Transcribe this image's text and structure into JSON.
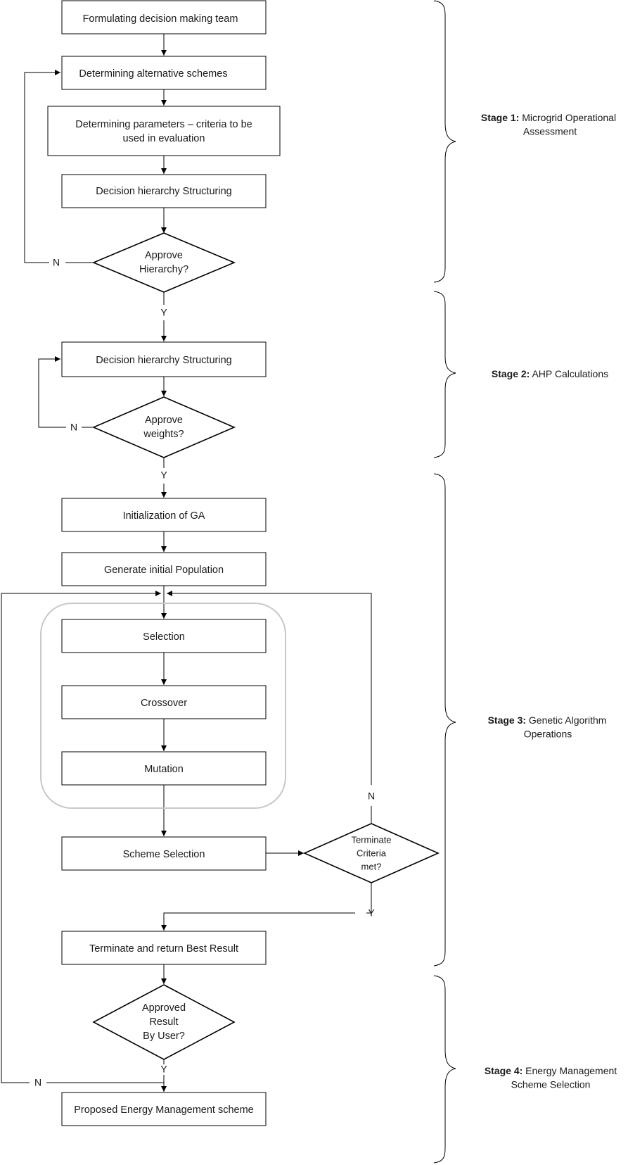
{
  "nodes": {
    "n1": "Formulating decision making team",
    "n2": "Determining alternative schemes",
    "n3_line1": "Determining parameters – criteria to be",
    "n3_line2": "used in evaluation",
    "n4": "Decision hierarchy Structuring",
    "n5": "Decision hierarchy Structuring",
    "n6": "Initialization of GA",
    "n7": "Generate initial Population",
    "n8": "Selection",
    "n9": "Crossover",
    "n10": "Mutation",
    "n11": "Scheme Selection",
    "n12": "Terminate and return Best Result",
    "n13": "Proposed Energy Management scheme"
  },
  "decisions": {
    "d1_line1": "Approve",
    "d1_line2": "Hierarchy?",
    "d2_line1": "Approve",
    "d2_line2": "weights?",
    "d3_line1": "Terminate",
    "d3_line2": "Criteria",
    "d3_line3": "met?",
    "d4_line1": "Approved",
    "d4_line2": "Result",
    "d4_line3": "By User?"
  },
  "branch_labels": {
    "d1_no": "N",
    "d1_yes": "Y",
    "d2_no": "N",
    "d2_yes": "Y",
    "d3_no": "N",
    "d3_yes": "Y",
    "d4_no": "N",
    "d4_yes": "Y"
  },
  "stages": {
    "s1_bold": "Stage 1:",
    "s1_rest": " Microgrid Operational",
    "s1_line2": "Assessment",
    "s2_bold": "Stage 2:",
    "s2_rest": " AHP Calculations",
    "s3_bold": "Stage 3:",
    "s3_rest": " Genetic Algorithm",
    "s3_line2": "Operations",
    "s4_bold": "Stage 4:",
    "s4_rest": " Energy Management",
    "s4_line2": "Scheme Selection"
  }
}
